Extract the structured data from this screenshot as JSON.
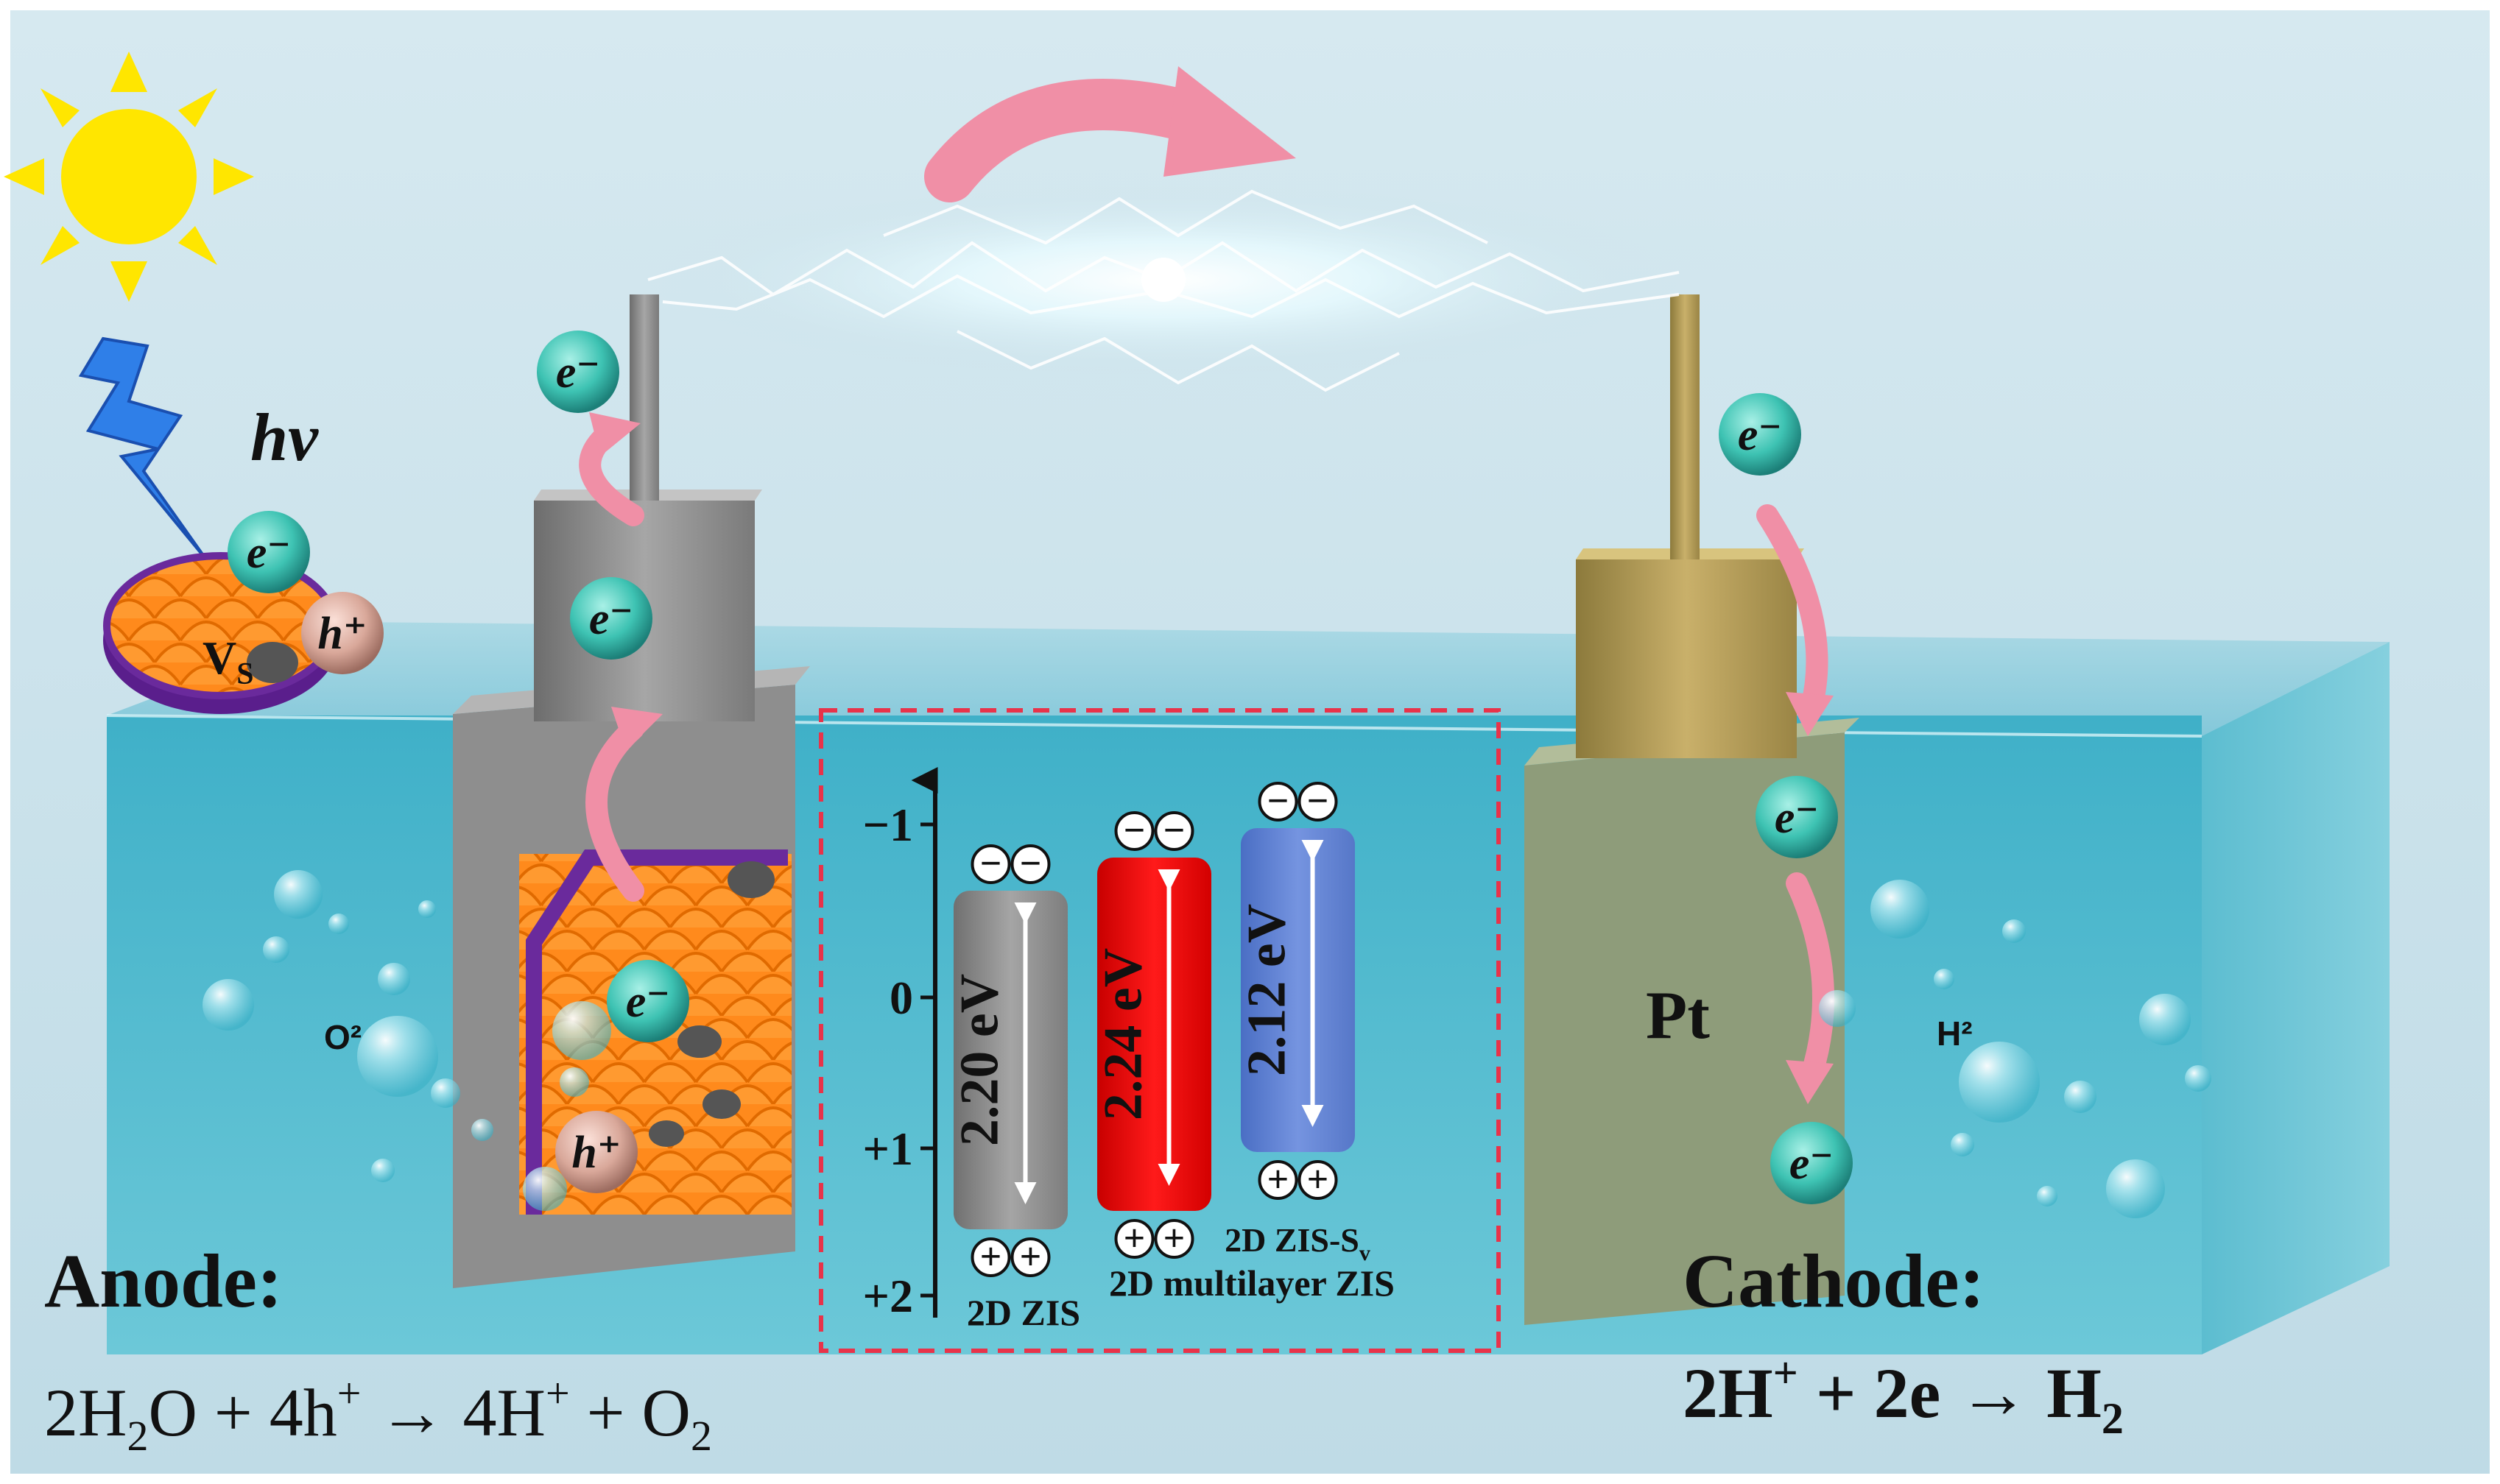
{
  "light": {
    "label": "hv"
  },
  "particle": {
    "electron": "e⁻",
    "hole": "h⁺"
  },
  "defect": {
    "label": "V",
    "sub": "S"
  },
  "gases": {
    "oxygen": "O²",
    "hydrogen": "H²"
  },
  "cathode_metal": {
    "label": "Pt"
  },
  "anode": {
    "title": "Anode:",
    "equation": {
      "p1": "2H",
      "s1": "2",
      "p2": "O + 4h",
      "s2": "+",
      "p3": " → 4H",
      "s3": "+",
      "p4": " + O",
      "s4": "2"
    }
  },
  "cathode": {
    "title": "Cathode:",
    "equation": {
      "p1": "2H",
      "s1": "+",
      "p2": " + 2e  →  H",
      "s2": "2"
    }
  },
  "band_diagram": {
    "y_ticks": [
      "−1",
      "0",
      "+1",
      "+2"
    ],
    "carrier_signs": {
      "minus": "−",
      "plus": "+"
    },
    "bars": [
      {
        "gap_label": "2.20 eV",
        "name": "2D ZIS",
        "color": "#8d8d8d"
      },
      {
        "gap_label": "2.24 eV",
        "name": "2D multilayer ZIS",
        "color": "#e00000"
      },
      {
        "gap_label": "2.12 eV",
        "name": "2D ZIS-S",
        "name_sub": "v",
        "color": "#5b7fd0"
      }
    ]
  },
  "colors": {
    "background": "#c9e1ea",
    "water": "#4fb8cc",
    "electron": "#3ec3b3",
    "hole": "#d9a89a",
    "arrow_pink": "#f08fa6",
    "photocatalyst": "#ff8a1c",
    "dashed_box": "#e8334a"
  }
}
